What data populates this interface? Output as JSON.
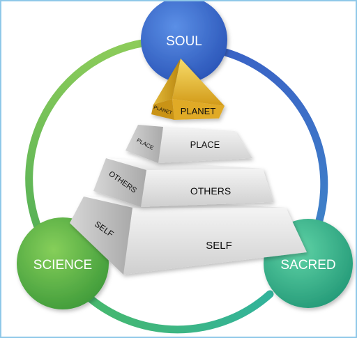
{
  "diagram": {
    "nodes": {
      "soul": "SOUL",
      "science": "SCIENCE",
      "sacred": "SACRED"
    },
    "tiers": {
      "planet": {
        "front": "PLANET",
        "side": "PLANET"
      },
      "place": {
        "front": "PLACE",
        "side": "PLACE"
      },
      "others": {
        "front": "OTHERS",
        "side": "OTHERS"
      },
      "self": {
        "front": "SELF",
        "side": "SELF"
      }
    },
    "colors": {
      "ring_green": "#6cc04a",
      "ring_blue": "#3d6cc8",
      "ring_teal": "#3cbfa2",
      "soul_node": "#3a6fd0",
      "science_node": "#5cb347",
      "sacred_node": "#3dbc8e",
      "pyramid_front": "#e6e6e6",
      "pyramid_side": "#bdbdbd",
      "planet_gold": "#e8b830",
      "frame": "#8fc8e8"
    }
  }
}
